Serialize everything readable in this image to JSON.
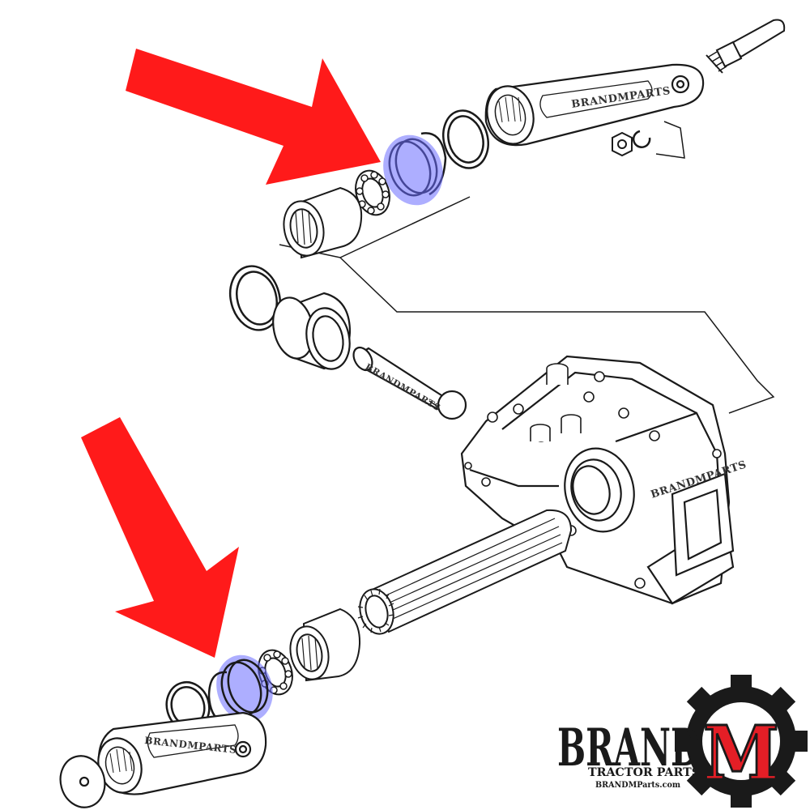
{
  "watermarks": {
    "upper_arm": "BRANDMPARTS",
    "pin": "BRANDMPARTS",
    "housing": "BRANDMPARTS",
    "lower_arm": "BRANDMPARTS"
  },
  "logo": {
    "brand_word": "BRAND",
    "letter": "M",
    "subtitle": "TRACTOR PARTS",
    "website": "BRANDMParts.com"
  },
  "colors": {
    "arrow": "#ff1a1a",
    "highlight": "#6a6bff",
    "line": "#1a1a1a",
    "logo_red": "#e41e26",
    "logo_dark": "#1a1a1a"
  },
  "icons": {
    "arrow": "arrow-icon",
    "gear": "gear-icon"
  }
}
